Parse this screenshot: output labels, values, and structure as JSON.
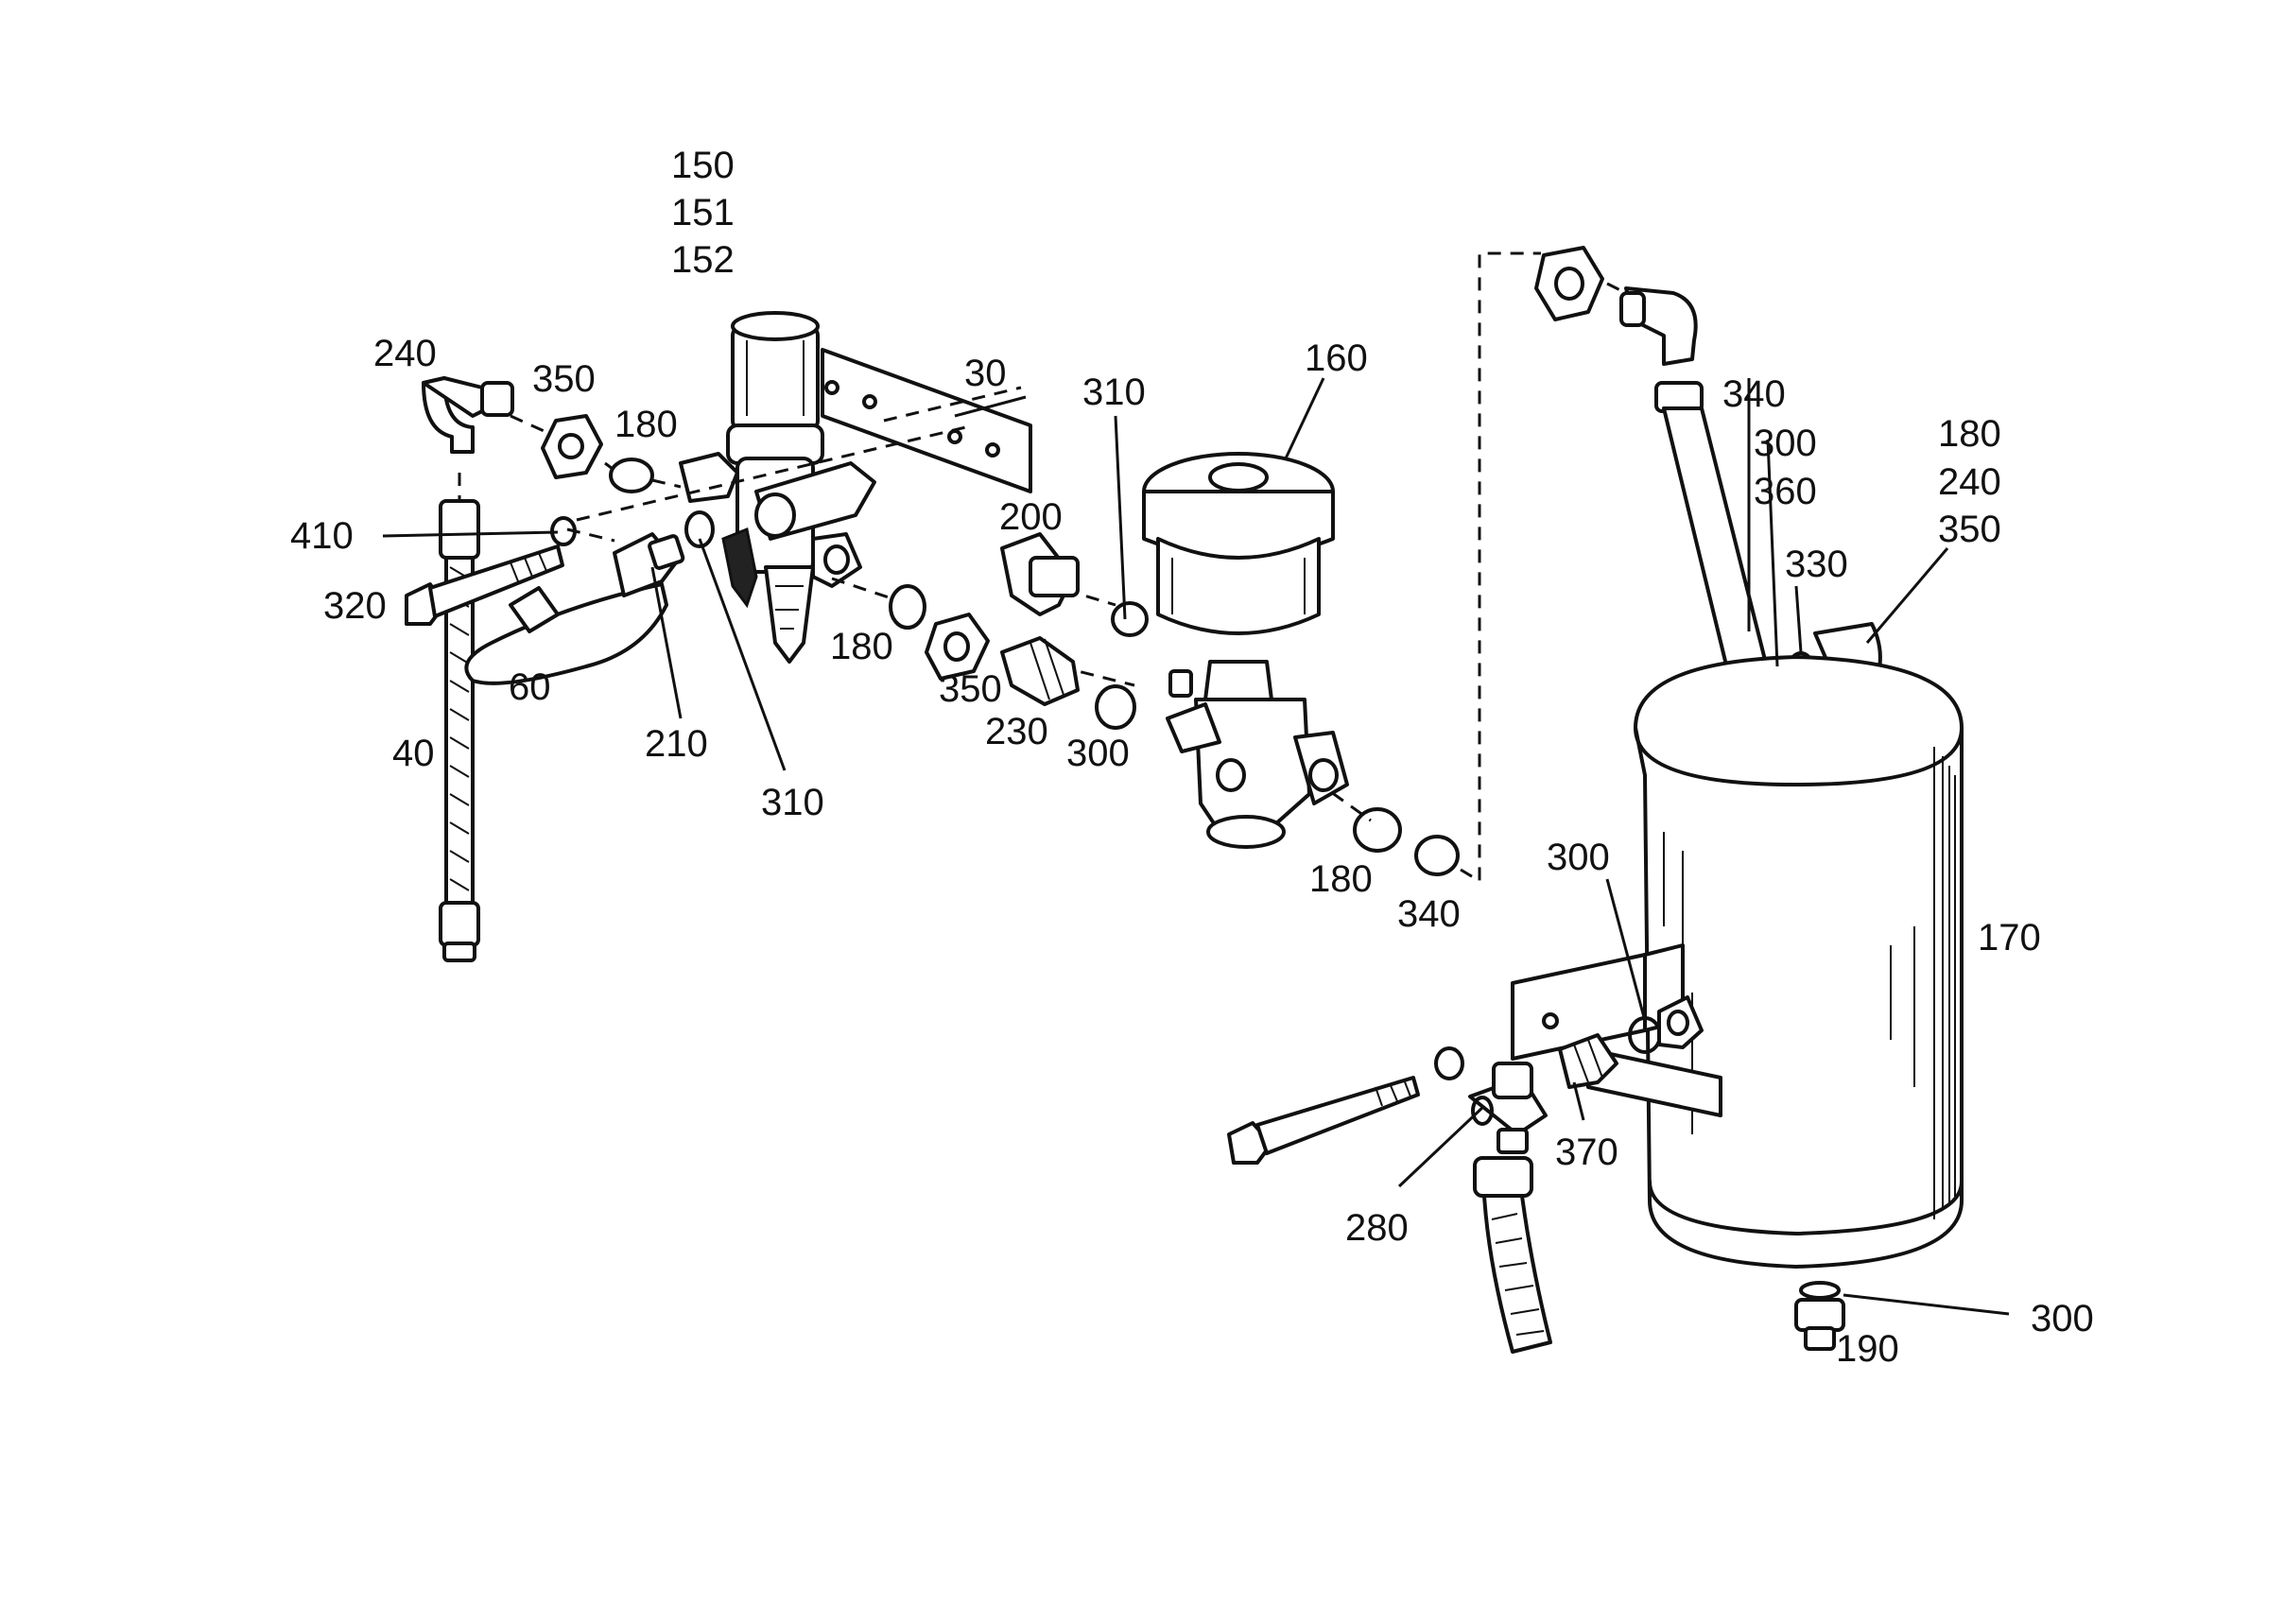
{
  "diagram": {
    "callouts": {
      "c150": "150",
      "c151": "151",
      "c152": "152",
      "c240a": "240",
      "c350a": "350",
      "c180a": "180",
      "c30": "30",
      "c310a": "310",
      "c160": "160",
      "c410": "410",
      "c320": "320",
      "c200": "200",
      "c60": "60",
      "c180b": "180",
      "c350b": "350",
      "c40": "40",
      "c210": "210",
      "c230": "230",
      "c300a": "300",
      "c310b": "310",
      "c180c": "180",
      "c340a": "340",
      "c340b": "340",
      "c300b": "300",
      "c360": "360",
      "c330": "330",
      "c180d": "180",
      "c240b": "240",
      "c350c": "350",
      "c300c": "300",
      "c170": "170",
      "c370": "370",
      "c280": "280",
      "c300d": "300",
      "c190": "190"
    }
  }
}
